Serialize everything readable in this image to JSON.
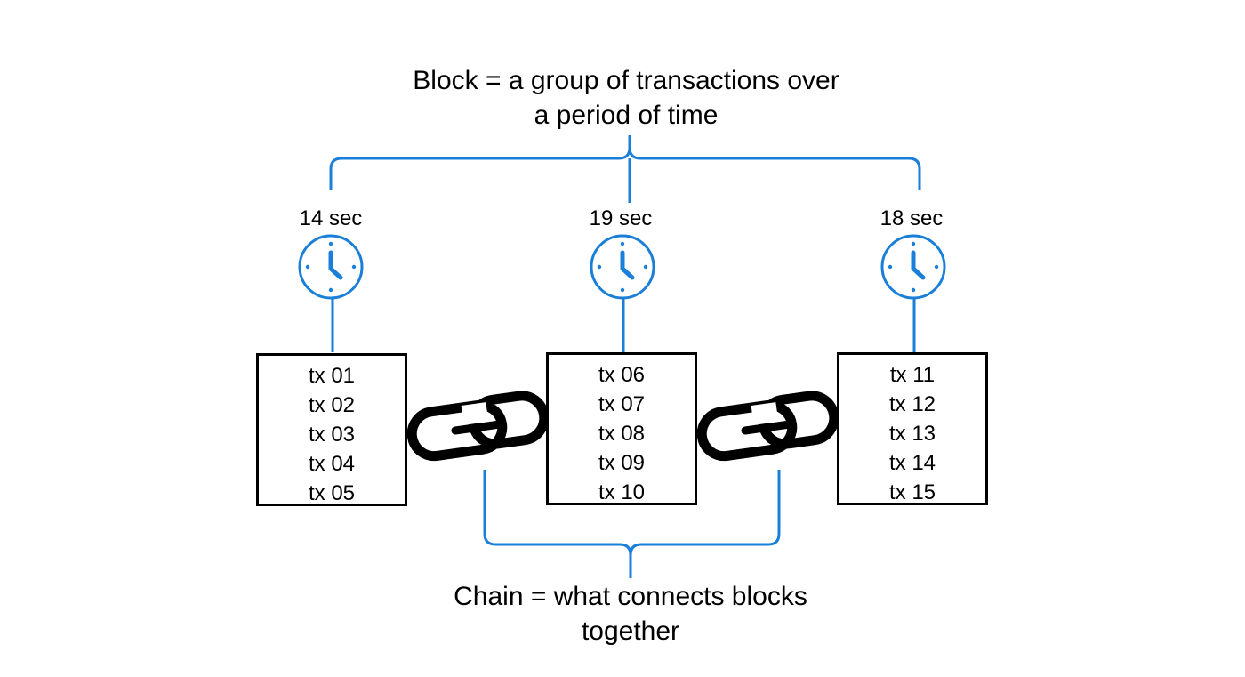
{
  "top_caption": {
    "line1": "Block = a group of transactions over",
    "line2": "a period of time"
  },
  "bottom_caption": {
    "line1": "Chain = what connects blocks",
    "line2": "together"
  },
  "blocks": [
    {
      "time": "14 sec",
      "transactions": [
        "tx 01",
        "tx 02",
        "tx 03",
        "tx 04",
        "tx 05"
      ]
    },
    {
      "time": "19 sec",
      "transactions": [
        "tx 06",
        "tx 07",
        "tx 08",
        "tx 09",
        "tx 10"
      ]
    },
    {
      "time": "18 sec",
      "transactions": [
        "tx 11",
        "tx 12",
        "tx 13",
        "tx 14",
        "tx 15"
      ]
    }
  ],
  "icons": {
    "clock": "clock-icon",
    "chain_link": "chain-link-icon"
  },
  "colors": {
    "accent": "#1a7fd8",
    "ink": "#000000",
    "background": "#ffffff"
  }
}
